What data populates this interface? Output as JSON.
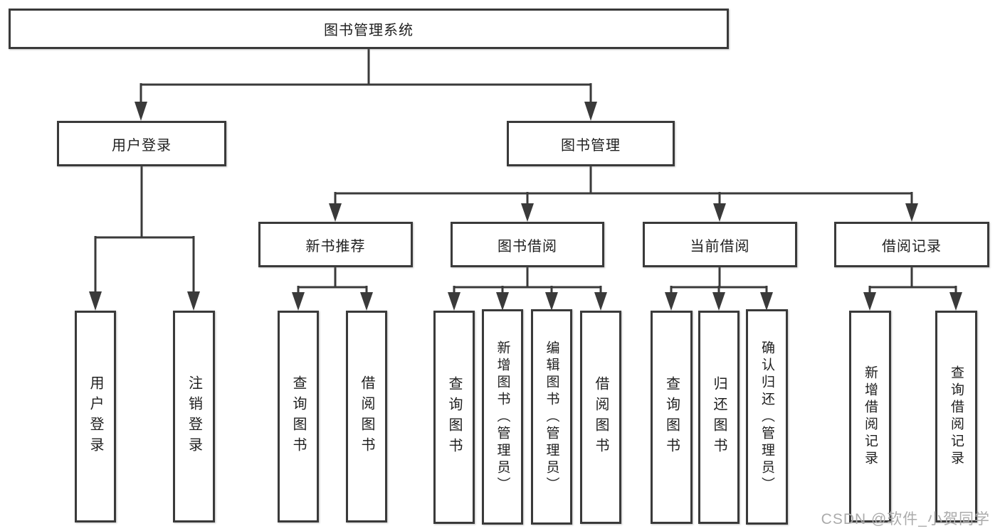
{
  "diagram": {
    "root": {
      "label": "图书管理系统"
    },
    "branches": [
      {
        "label": "用户登录",
        "children": [
          {
            "label": "用户登录"
          },
          {
            "label": "注销登录"
          }
        ]
      },
      {
        "label": "图书管理",
        "sections": [
          {
            "label": "新书推荐",
            "children": [
              {
                "label": "查询图书"
              },
              {
                "label": "借阅图书"
              }
            ]
          },
          {
            "label": "图书借阅",
            "children": [
              {
                "label": "查询图书"
              },
              {
                "label": "新增图书（管理员）"
              },
              {
                "label": "编辑图书（管理员）"
              },
              {
                "label": "借阅图书"
              }
            ]
          },
          {
            "label": "当前借阅",
            "children": [
              {
                "label": "查询图书"
              },
              {
                "label": "归还图书"
              },
              {
                "label": "确认归还（管理员）"
              }
            ]
          },
          {
            "label": "借阅记录",
            "children": [
              {
                "label": "新增借阅记录"
              },
              {
                "label": "查询借阅记录"
              }
            ]
          }
        ]
      }
    ]
  },
  "watermark": {
    "text": "CSDN @软件_小贺同学"
  },
  "colors": {
    "line": "#3a3a3a",
    "box_border": "#3a3a3a",
    "text": "#1f1f1f",
    "background": "#ffffff",
    "watermark": "#ababab"
  }
}
